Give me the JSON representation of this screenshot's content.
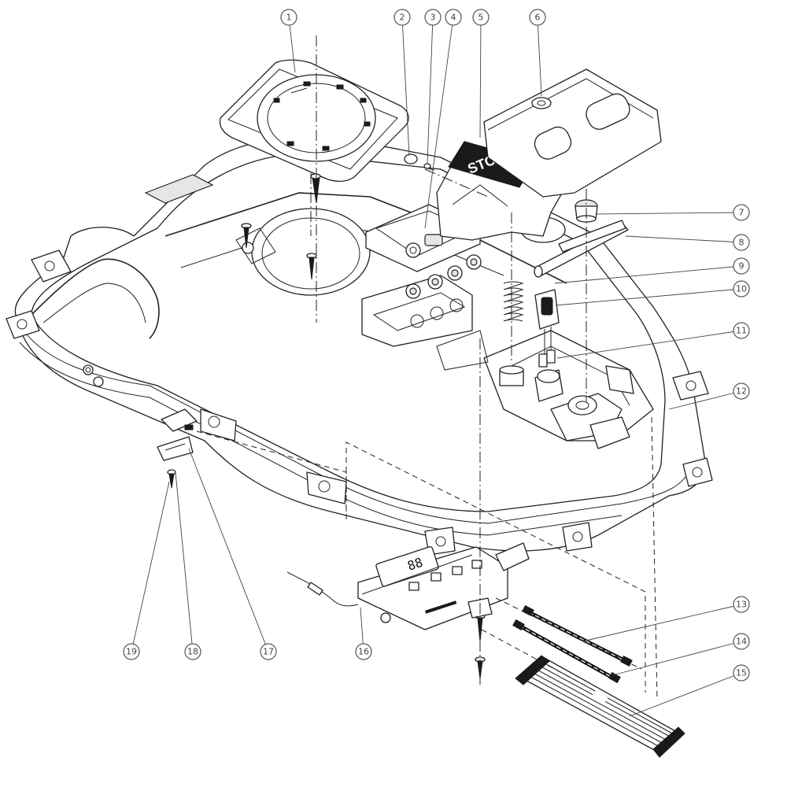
{
  "diagram": {
    "stop_label": "STOP",
    "callouts": [
      {
        "label": "1"
      },
      {
        "label": "2"
      },
      {
        "label": "3"
      },
      {
        "label": "4"
      },
      {
        "label": "5"
      },
      {
        "label": "6"
      },
      {
        "label": "7"
      },
      {
        "label": "8"
      },
      {
        "label": "9"
      },
      {
        "label": "10"
      },
      {
        "label": "11"
      },
      {
        "label": "12"
      },
      {
        "label": "13"
      },
      {
        "label": "14"
      },
      {
        "label": "15"
      },
      {
        "label": "16"
      },
      {
        "label": "17"
      },
      {
        "label": "18"
      },
      {
        "label": "19"
      }
    ]
  }
}
